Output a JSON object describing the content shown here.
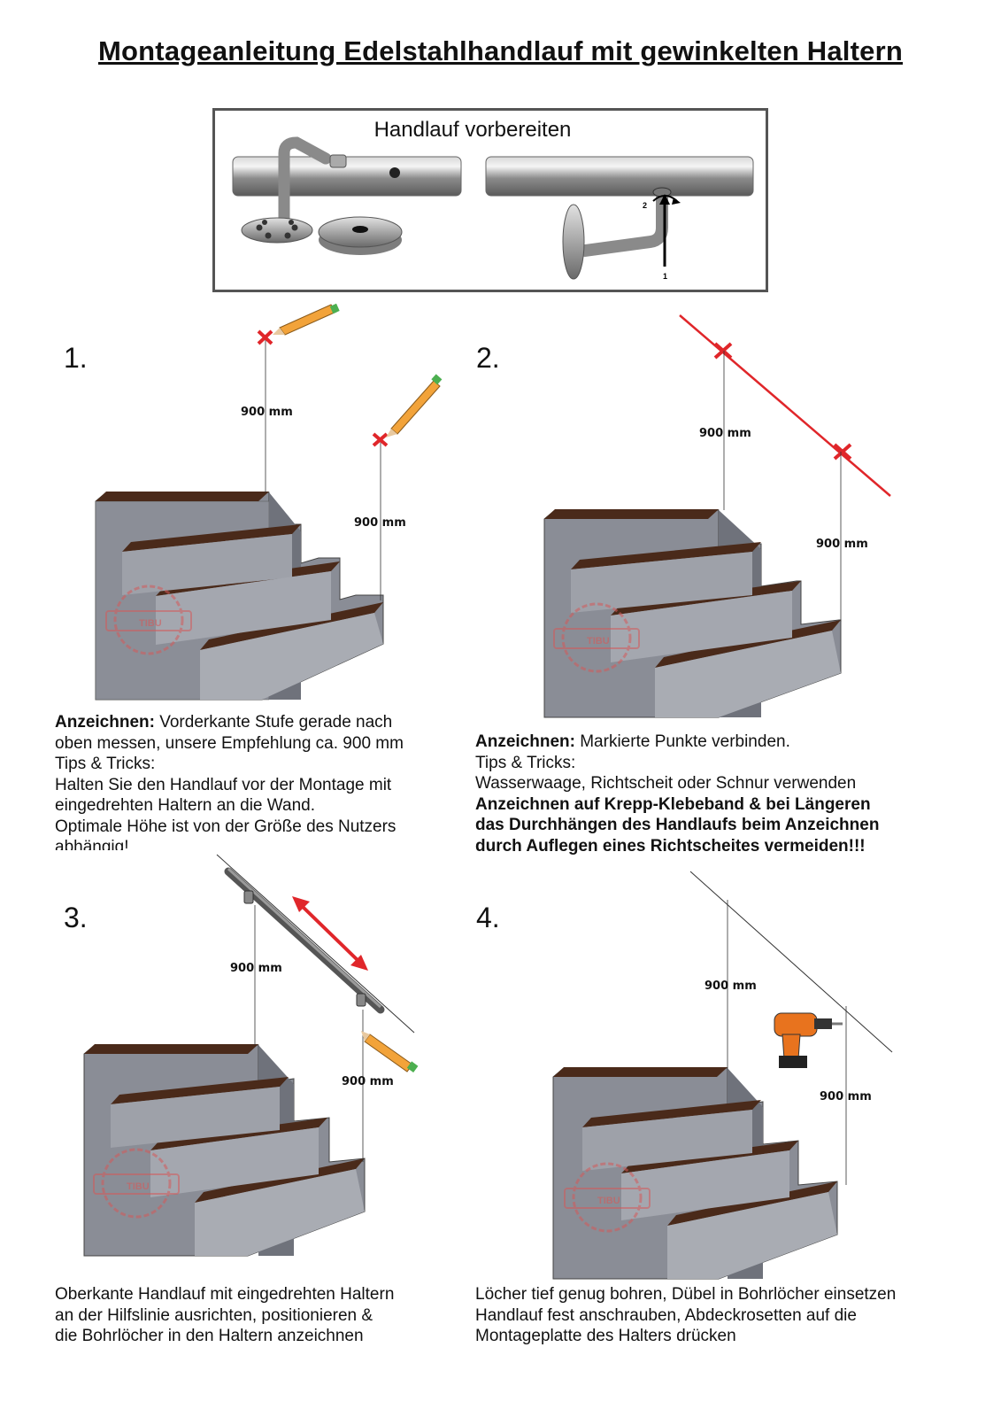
{
  "title": "Montageanleitung Edelstahlhandlauf mit gewinkelten Haltern",
  "prep": {
    "title": "Handlauf vorbereiten",
    "arrow_label_1": "1",
    "arrow_label_2": "2"
  },
  "steps": [
    {
      "number": "1.",
      "dim_a": "900 mm",
      "dim_b": "900 mm",
      "caption": {
        "lead": "Anzeichnen:",
        "lead_rest": " Vorderkante Stufe gerade nach",
        "lines": [
          "oben messen, unsere Empfehlung ca. 900 mm",
          "Tips & Tricks:",
          "Halten Sie den Handlauf vor der Montage mit",
          "eingedrehten Haltern an die Wand.",
          "Optimale Höhe ist von der Größe des Nutzers",
          "abhängig!"
        ]
      }
    },
    {
      "number": "2.",
      "dim_a": "900 mm",
      "dim_b": "900 mm",
      "caption": {
        "lead": "Anzeichnen:",
        "lead_rest": " Markierte Punkte verbinden.",
        "lines": [
          "Tips & Tricks:",
          "Wasserwaage, Richtscheit oder Schnur verwenden"
        ],
        "bold_lines": [
          "Anzeichnen auf Krepp-Klebeband & bei Längeren",
          "das Durchhängen des Handlaufs beim Anzeichnen",
          "durch Auflegen eines Richtscheites vermeiden!!!"
        ]
      }
    },
    {
      "number": "3.",
      "dim_a": "900 mm",
      "dim_b": "900 mm",
      "caption": {
        "lines": [
          "Oberkante Handlauf mit eingedrehten Haltern",
          "an der Hilfslinie ausrichten, positionieren &",
          "die Bohrlöcher in den Haltern anzeichnen"
        ]
      }
    },
    {
      "number": "4.",
      "dim_a": "900 mm",
      "dim_b": "900 mm",
      "caption": {
        "lines": [
          "Löcher tief genug bohren, Dübel in Bohrlöcher einsetzen",
          "Handlauf fest anschrauben, Abdeckrosetten auf die",
          "Montageplatte des Halters drücken"
        ]
      }
    }
  ],
  "watermark": {
    "text": "TIBU"
  },
  "colors": {
    "stair_body": "#8a8d96",
    "stair_top": "#b3b6bd",
    "tread": "#4a2a1a",
    "mark_red": "#e0262a",
    "pencil": "#f2a33a",
    "steel": "#9a9a9a"
  }
}
